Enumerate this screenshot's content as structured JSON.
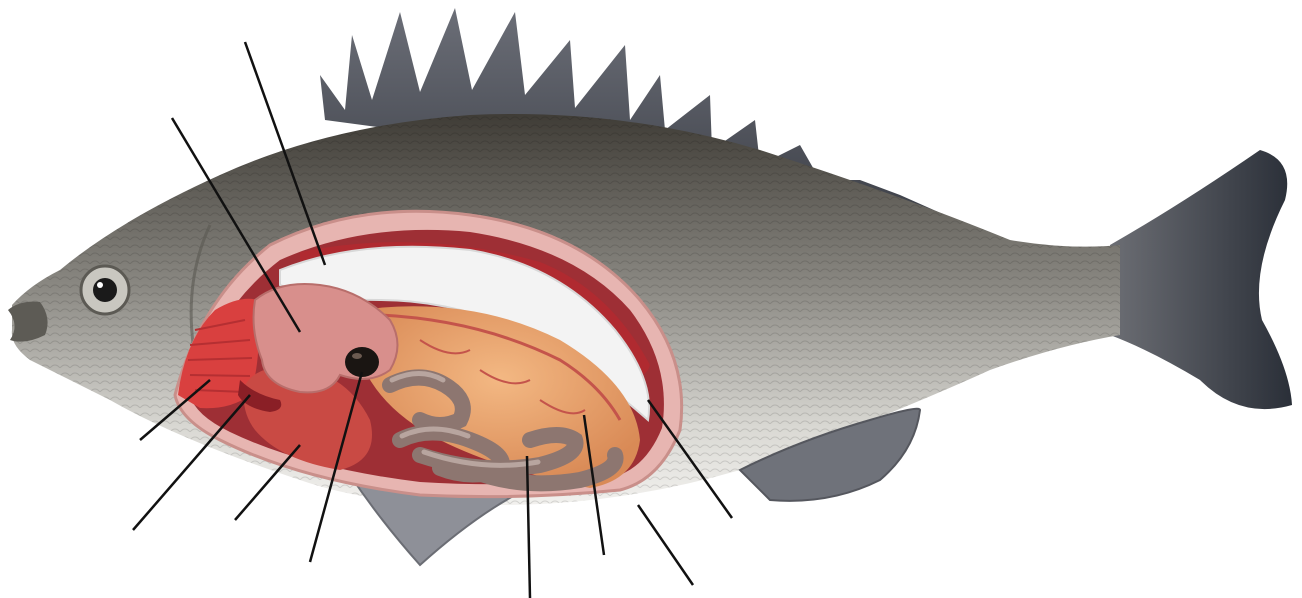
{
  "diagram": {
    "subject": "fish-internal-anatomy",
    "labels_printed": false,
    "colors": {
      "body_dark": "#3f3c36",
      "body_mid": "#8c8a84",
      "body_light": "#e9e8e4",
      "fin": "#4a4d55",
      "tail": "#2f343d",
      "cavity_lining": "#e7b5b1",
      "swim_bladder": "#f1f1f1",
      "gills": "#d9403f",
      "heart_liver": "#c94a44",
      "stomach": "#d88f8c",
      "gallbladder": "#1a1512",
      "gonad": "#e8a06a",
      "intestine": "#8d7670",
      "leader_line": "#111111"
    },
    "parts": [
      {
        "id": "swim-bladder",
        "icon": "swim-bladder"
      },
      {
        "id": "kidney",
        "icon": "kidney"
      },
      {
        "id": "gills",
        "icon": "gills"
      },
      {
        "id": "heart",
        "icon": "heart"
      },
      {
        "id": "liver",
        "icon": "liver"
      },
      {
        "id": "gall-bladder",
        "icon": "gall-bladder"
      },
      {
        "id": "intestine",
        "icon": "intestine"
      },
      {
        "id": "gonad",
        "icon": "gonad"
      },
      {
        "id": "anus",
        "icon": "anus"
      },
      {
        "id": "urinary-opening",
        "icon": "urinary-opening"
      },
      {
        "id": "stomach",
        "icon": "stomach"
      }
    ]
  }
}
